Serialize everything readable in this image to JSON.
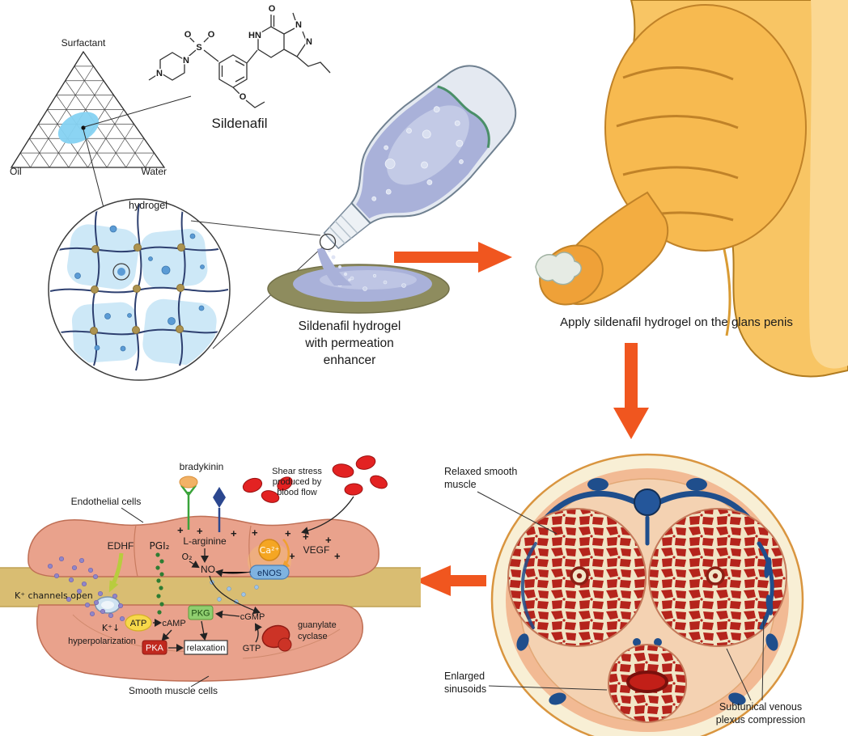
{
  "colors": {
    "arrow_orange": "#f0561f",
    "skin_gold": "#f7ba50",
    "gel_purple": "#a9b1d9",
    "blood_red": "#b5241c",
    "vein_blue": "#1f4e8c",
    "membrane_tan": "#d9bd72",
    "cell_pink": "#e9a28c",
    "hydrogel_blue": "#85d2f2"
  },
  "ternary": {
    "top": "Surfactant",
    "bottom_left": "Oil",
    "bottom_right": "Water"
  },
  "molecule": {
    "name": "Sildenafil",
    "atoms": [
      "O",
      "O",
      "S",
      "N",
      "N",
      "HN",
      "O",
      "N",
      "N",
      "O"
    ]
  },
  "hydrogel": {
    "label": "hydrogel"
  },
  "captions": {
    "bottle": [
      "Sildenafil hydrogel",
      "with permeation",
      "enhancer"
    ],
    "apply": "Apply sildenafil hydrogel on the glans penis"
  },
  "cross_section": {
    "relaxed": [
      "Relaxed smooth",
      "muscle"
    ],
    "enlarged": [
      "Enlarged",
      "sinusoids"
    ],
    "subtunical": [
      "Subtunical venous",
      "plexus compression"
    ]
  },
  "signaling": {
    "bradykinin": "bradykinin",
    "shear": [
      "Shear stress",
      "produced by",
      "blood flow"
    ],
    "endothelial": "Endothelial cells",
    "edhf": "EDHF",
    "pgi2": "PGI₂",
    "l_arginine": "L-arginine",
    "o2": "O₂",
    "no": "NO",
    "ca": "Ca²⁺",
    "enos": "eNOS",
    "vegf": "VEGF",
    "plus": "+",
    "k_channels": "K⁺ channels open",
    "k_down": "K⁺↓",
    "hyperpolarization": "hyperpolarization",
    "atp": "ATP",
    "camp": "cAMP",
    "pka": "PKA",
    "pkg": "PKG",
    "cgmp": "cGMP",
    "relaxation": "relaxation",
    "gtp": "GTP",
    "guanylate": [
      "guanylate",
      "cyclase"
    ],
    "smooth_muscle": "Smooth muscle cells"
  }
}
